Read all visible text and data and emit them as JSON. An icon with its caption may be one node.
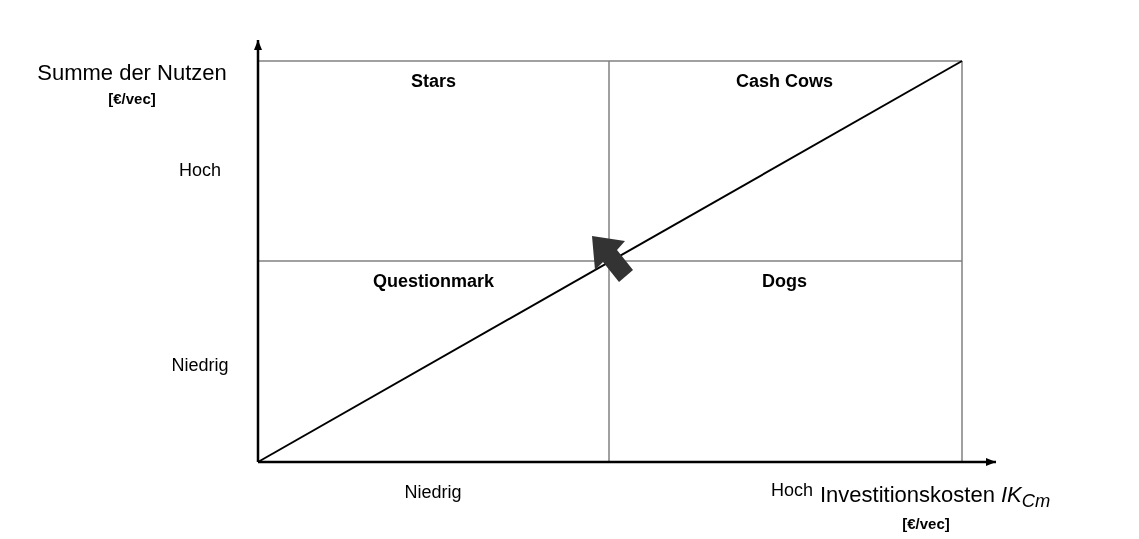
{
  "diagram": {
    "nodes": [
      {
        "text": [
          "Stars"
        ]
      },
      {
        "text": [
          "Cash Cows"
        ]
      },
      {
        "text": [
          "Questionmark"
        ]
      },
      {
        "text": [
          "Dogs"
        ]
      }
    ],
    "labels": [
      "Summe der Nutzen",
      "[€/vec]",
      "Hoch",
      "Niedrig",
      "Niedrig",
      "Hoch",
      "Investitionskosten *IK*$_{Cm}$",
      "[€/vec]"
    ]
  }
}
